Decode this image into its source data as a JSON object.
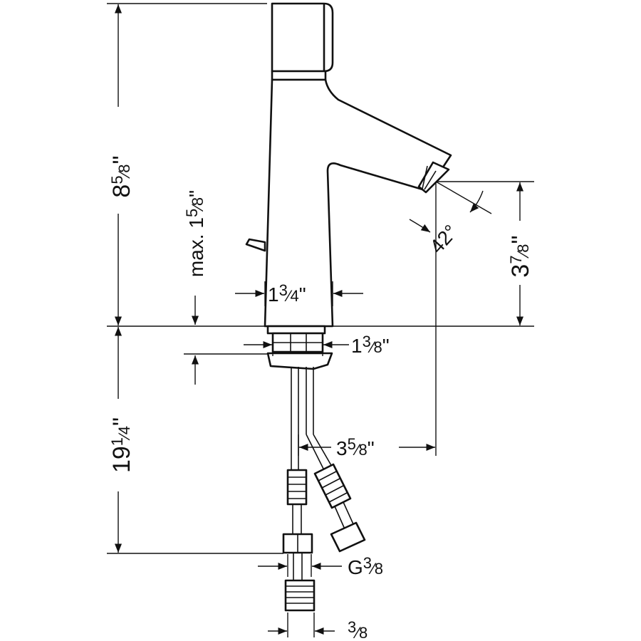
{
  "dimensions": {
    "total_height": {
      "whole": "8",
      "num": "5",
      "den": "8",
      "unit": "\""
    },
    "max_height": {
      "prefix": "max. ",
      "whole": "1",
      "num": "5",
      "den": "8",
      "unit": "\""
    },
    "body_width": {
      "whole": "1",
      "num": "3",
      "den": "4",
      "unit": "\""
    },
    "spout_height": {
      "whole": "3",
      "num": "7",
      "den": "8",
      "unit": "\""
    },
    "spout_angle": {
      "value": "42°"
    },
    "base_width": {
      "whole": "1",
      "num": "3",
      "den": "8",
      "unit": "\""
    },
    "reach": {
      "whole": "3",
      "num": "5",
      "den": "8",
      "unit": "\""
    },
    "hose_length": {
      "whole": "19",
      "num": "1",
      "den": "4",
      "unit": "\""
    },
    "thread": {
      "prefix": "G",
      "num": "3",
      "den": "8"
    },
    "connection": {
      "num": "3",
      "den": "8"
    }
  }
}
